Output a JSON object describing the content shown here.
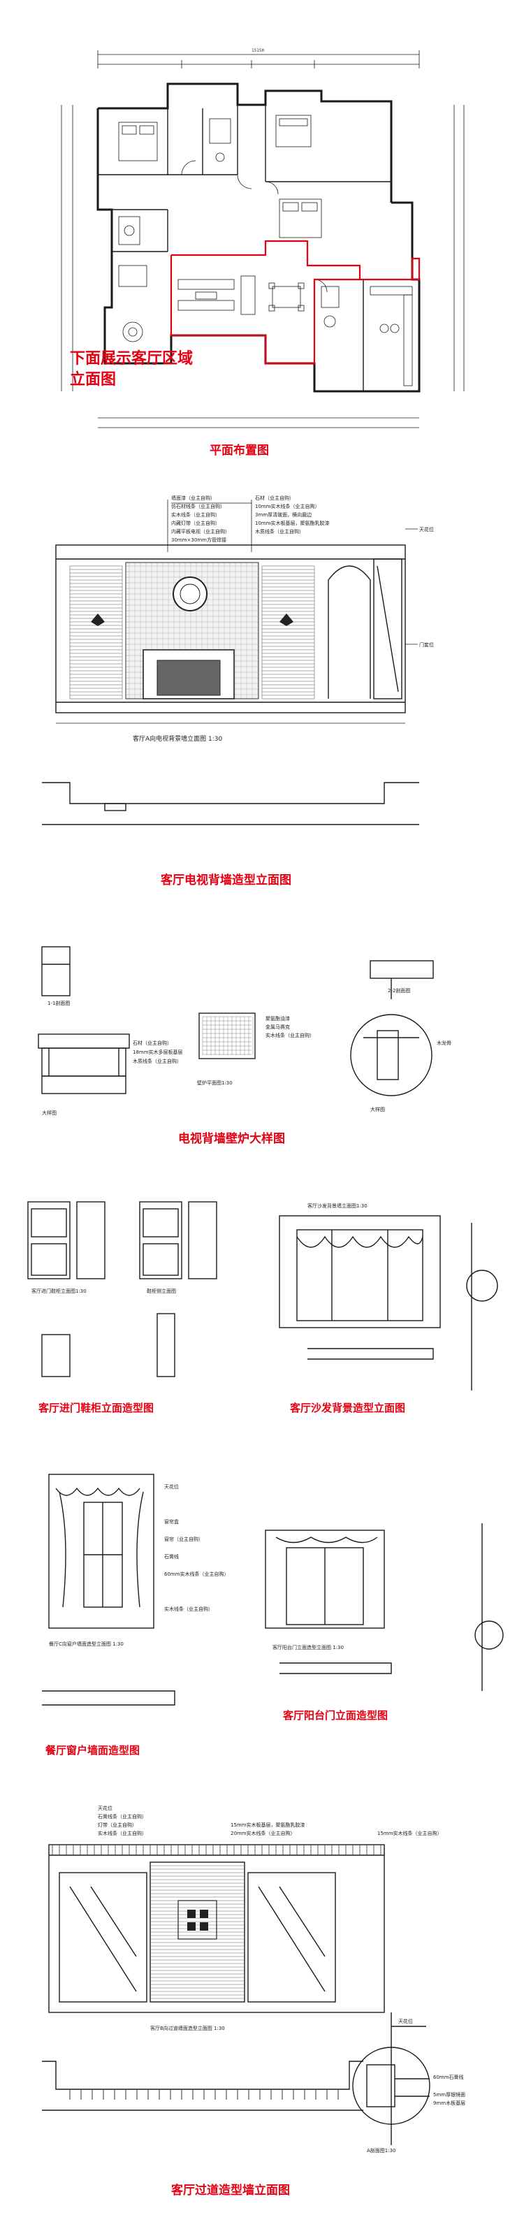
{
  "sections": [
    {
      "title": "平面布置图",
      "banner": "下面展示客厅区域立面图"
    },
    {
      "title": "客厅电视背墙造型立面图",
      "caption": "客厅A向电视背景墙立面图 1:30",
      "notes": [
        "墙面漆（业主自购）",
        "仿石材线条（业主自购）",
        "实木线条（业主自购）",
        "内藏灯带（业主自购）",
        "内藏平板电视（业主自购）",
        "30mm×30mm方管焊接",
        "石材（业主自购）",
        "10mm实木线条（业主自购）",
        "3mm厚清玻面，横向磨边",
        "10mm实木板基层，聚氨酯乳胶漆",
        "木质线条（业主自购）"
      ],
      "right_labels": [
        "天花位",
        "门套位"
      ]
    },
    {
      "title": "电视背墙壁炉大样图",
      "captions": [
        "1-1剖面图",
        "2-2剖面图",
        "壁炉平面图1:30",
        "大样图",
        "大样图"
      ],
      "notes": [
        "石材（业主自购）",
        "18mm实木多层板基层",
        "木质线条（业主自购）",
        "聚氨酯油漆",
        "金属马赛克",
        "实木线条（业主自购）",
        "木龙骨"
      ]
    },
    {
      "title": "客厅进门鞋柜立面造型图",
      "captions": [
        "客厅进门鞋柜立面图1:30",
        "鞋柜侧立面图"
      ]
    },
    {
      "title": "客厅沙发背景造型立面图",
      "captions": [
        "客厅沙发背景墙立面图1:30"
      ]
    },
    {
      "title": "餐厅窗户墙面造型图",
      "caption": "餐厅C向窗户墙面造型立面图 1:30",
      "notes": [
        "天花位",
        "窗帘盒",
        "窗帘（业主自购）",
        "石膏线",
        "60mm实木线条（业主自购）",
        "实木线条（业主自购）"
      ]
    },
    {
      "title": "客厅阳台门立面造型图",
      "caption": "客厅阳台门立面造型立面图 1:30"
    },
    {
      "title": "客厅过道造型墙立面图",
      "caption": "客厅B向过道墙面造型立面图 1:30",
      "notes": [
        "天花位",
        "石膏线条（业主自购）",
        "灯带（业主自购）",
        "实木线条（业主自购）",
        "20mm实木线条（业主自购）",
        "15mm实木线条（业主自购）",
        "15mm实木板基层，聚氨酯乳胶漆"
      ],
      "right_labels": [
        "天花位",
        "60mm石膏线",
        "5mm厚银镜面",
        "9mm木板基层"
      ],
      "detail_caption": "A剖面图1:30"
    }
  ]
}
